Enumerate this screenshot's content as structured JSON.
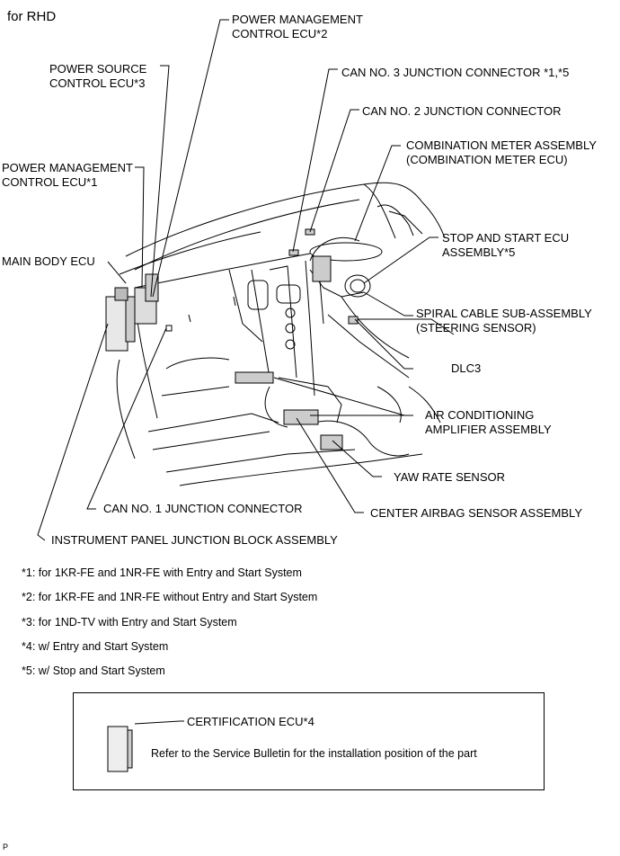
{
  "title": "for RHD",
  "labels": {
    "pmc_ecu2": [
      "POWER MANAGEMENT",
      "CONTROL ECU*2"
    ],
    "psc_ecu3": [
      "POWER SOURCE",
      "CONTROL ECU*3"
    ],
    "pmc_ecu1": [
      "POWER MANAGEMENT",
      "CONTROL ECU*1"
    ],
    "main_body_ecu": "MAIN BODY ECU",
    "can3": "CAN NO. 3 JUNCTION CONNECTOR *1,*5",
    "can2": "CAN NO. 2 JUNCTION CONNECTOR",
    "combo_meter": [
      "COMBINATION METER ASSEMBLY",
      "(COMBINATION METER ECU)"
    ],
    "stop_start": [
      "STOP AND START ECU",
      "ASSEMBLY*5"
    ],
    "spiral_cable": [
      "SPIRAL CABLE SUB-ASSEMBLY",
      "(STEERING SENSOR)"
    ],
    "dlc3": "DLC3",
    "aircon_amp": [
      "AIR CONDITIONING",
      "AMPLIFIER ASSEMBLY"
    ],
    "yaw_rate": "YAW RATE SENSOR",
    "can1": "CAN NO. 1 JUNCTION CONNECTOR",
    "center_airbag": "CENTER AIRBAG SENSOR ASSEMBLY",
    "ip_junction_block": "INSTRUMENT PANEL JUNCTION BLOCK ASSEMBLY"
  },
  "notes": [
    "*1: for 1KR-FE and 1NR-FE with Entry and Start System",
    "*2: for 1KR-FE and 1NR-FE without Entry and Start System",
    "*3: for 1ND-TV with Entry and Start System",
    "*4: w/ Entry and Start System",
    "*5: w/ Stop and Start System"
  ],
  "box": {
    "label": "CERTIFICATION ECU*4",
    "text": "Refer to the Service Bulletin for the installation position of the part"
  },
  "footer": "P"
}
